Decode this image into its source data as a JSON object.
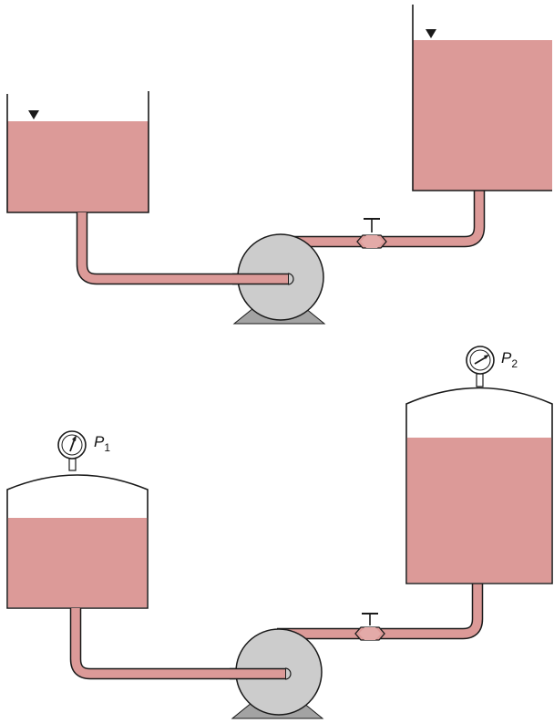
{
  "labels": {
    "p1": "P",
    "p1_sub": "1",
    "p2": "P",
    "p2_sub": "2"
  },
  "colors": {
    "liquid": "#dc9a98",
    "pump": "#cccccc",
    "pump_base": "#a3a3a3",
    "outline": "#1a1a1a",
    "background": "#ffffff"
  },
  "icons": [
    "pressure-gauge-icon",
    "valve-icon",
    "pump-icon",
    "liquid-level-marker-icon"
  ]
}
